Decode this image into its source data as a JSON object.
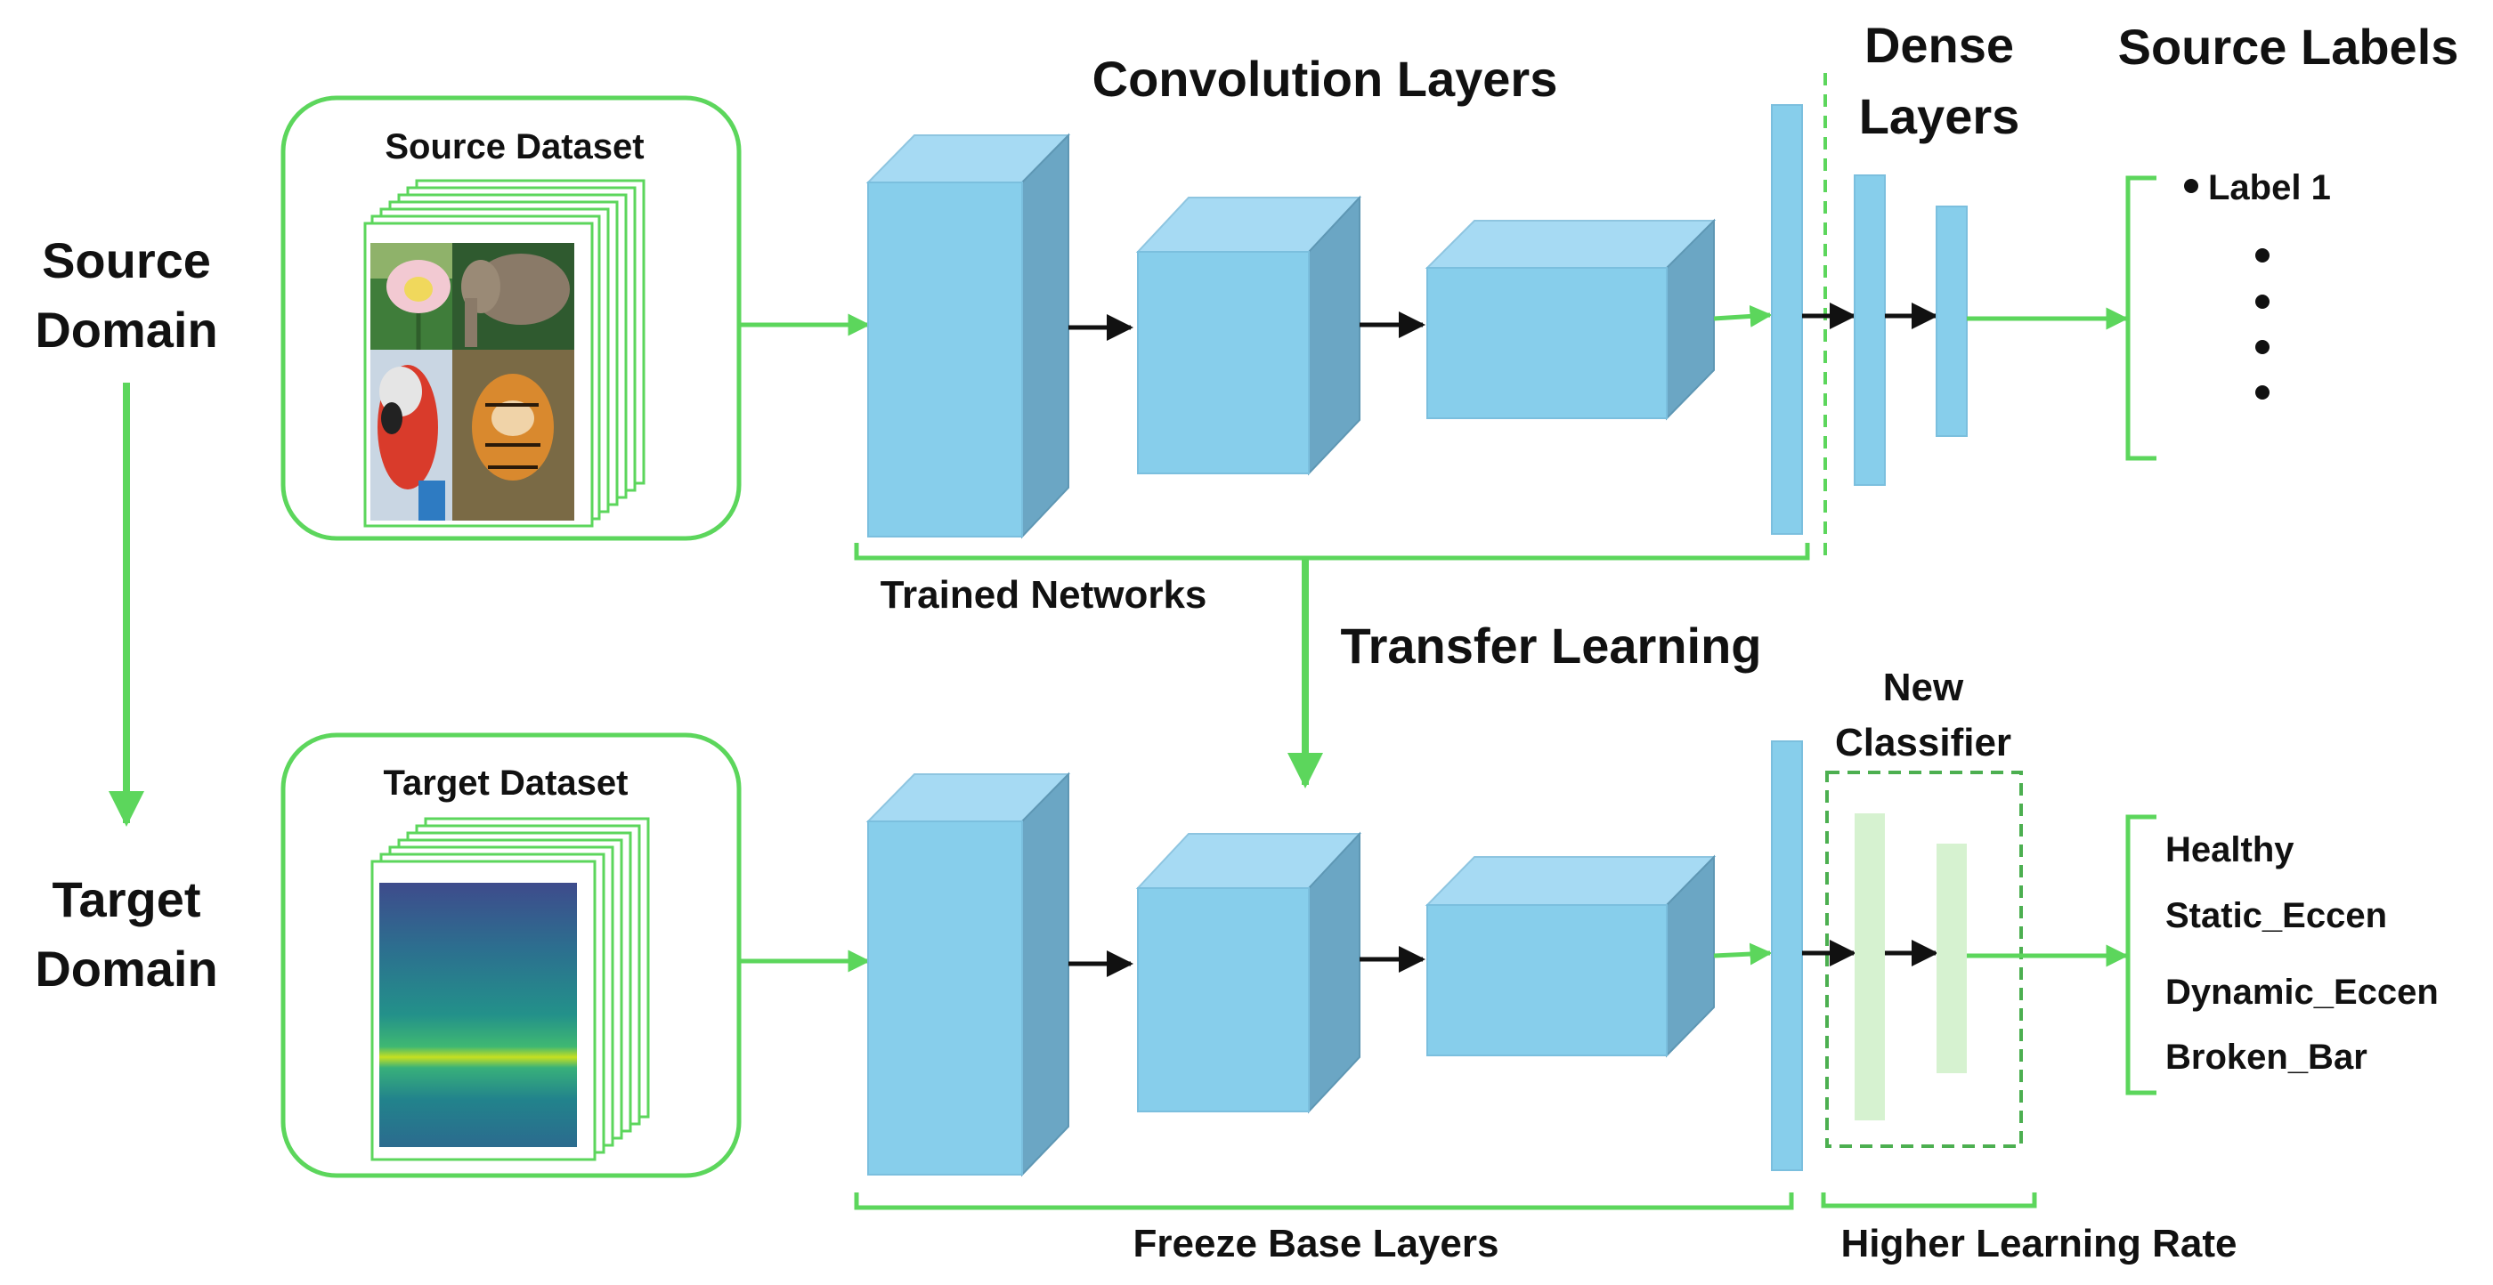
{
  "domains": {
    "source_line1": "Source",
    "source_line2": "Domain",
    "target_line1": "Target",
    "target_line2": "Domain"
  },
  "datasets": {
    "source_title": "Source Dataset",
    "target_title": "Target Dataset"
  },
  "headings": {
    "convolution_layers": "Convolution Layers",
    "dense_layers_line1": "Dense",
    "dense_layers_line2": "Layers",
    "source_labels": "Source Labels",
    "transfer_learning": "Transfer Learning",
    "new_classifier_line1": "New",
    "new_classifier_line2": "Classifier"
  },
  "brackets": {
    "trained_networks": "Trained Networks",
    "freeze_base_layers": "Freeze Base Layers",
    "higher_learning_rate": "Higher Learning Rate"
  },
  "source_labels": {
    "first": "Label 1"
  },
  "target_labels": [
    "Healthy",
    "Static_Eccen",
    "Dynamic_Eccen",
    "Broken_Bar"
  ],
  "colors": {
    "green": "#5cd65c",
    "block_front": "#87ceeb",
    "block_top": "#a6daf3",
    "block_side": "#6ba6c4",
    "classifier_fill": "#d6f2d0"
  }
}
